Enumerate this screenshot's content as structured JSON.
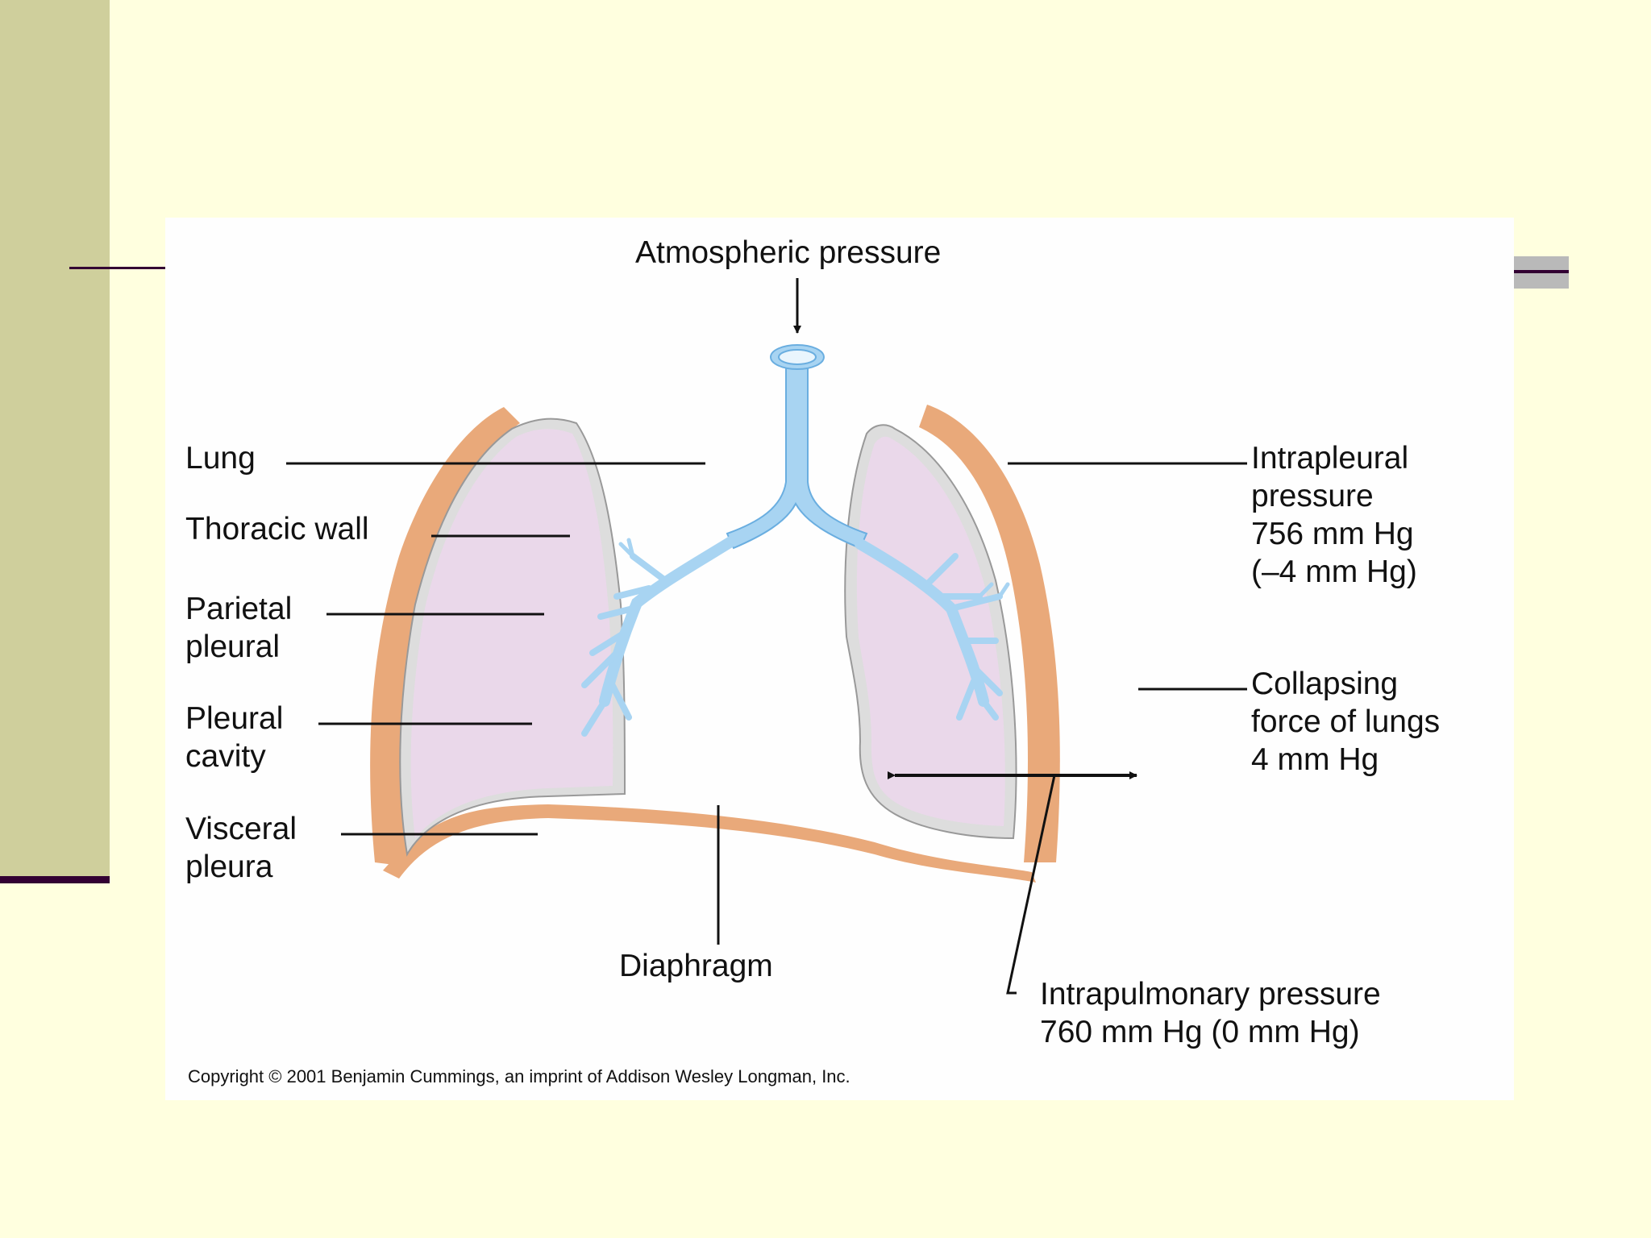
{
  "slide": {
    "colors": {
      "background": "#ffffdf",
      "sidebar": "#cfcf9c",
      "accent_line": "#330033"
    }
  },
  "figure": {
    "labels": {
      "atmospheric_pressure": "Atmospheric pressure",
      "lung": "Lung",
      "thoracic_wall": "Thoracic wall",
      "parietal_pleural": [
        "Parietal",
        "pleural"
      ],
      "pleural_cavity": [
        "Pleural",
        "cavity"
      ],
      "visceral_pleura": [
        "Visceral",
        "pleura"
      ],
      "diaphragm": "Diaphragm",
      "intrapleural_pressure": [
        "Intrapleural",
        "pressure",
        "756 mm Hg",
        "(–4 mm Hg)"
      ],
      "collapsing_force": [
        "Collapsing",
        "force of lungs",
        "4 mm Hg"
      ],
      "intrapulmonary_pressure": [
        "Intrapulmonary pressure",
        "760 mm Hg (0 mm Hg)"
      ]
    },
    "copyright": "Copyright © 2001 Benjamin Cummings, an imprint of Addison Wesley Longman, Inc.",
    "colors": {
      "thoracic_wall": "#e9a97a",
      "pleura": "#dddddd",
      "lung": "#ead8ea",
      "airway": "#a8d4f2",
      "airway_outline": "#6aaee0",
      "leader_line": "#111111"
    }
  }
}
